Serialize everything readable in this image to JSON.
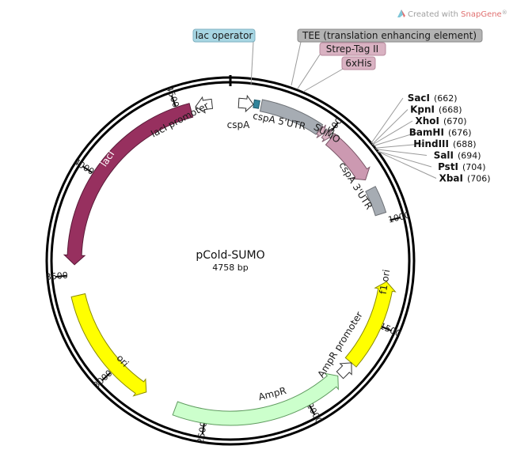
{
  "watermark": {
    "prefix": "Created with ",
    "brand": "SnapGene",
    "suffix": "®",
    "icon": "snapgene-logo-icon"
  },
  "plasmid": {
    "name": "pCold-SUMO",
    "length": "4758 bp"
  },
  "ticks": [
    "500",
    "1000",
    "1500",
    "2000",
    "2500",
    "3000",
    "3500",
    "4000",
    "4500"
  ],
  "features": {
    "lac_operator": "lac operator",
    "tee": "TEE (translation enhancing element)",
    "strep_tag": "Strep-Tag II",
    "his_tag": "6xHis",
    "cspA": "cspA",
    "cspA_5utr": "cspA 5'UTR",
    "sumo": "SUMO",
    "cspA_3utr": "cspA 3'UTR",
    "f1_ori": "f1 ori",
    "ampr_promoter": "AmpR promoter",
    "ampr": "AmpR",
    "ori": "ori",
    "laci": "lacI",
    "laci_promoter": "lacI promoter"
  },
  "sites": [
    {
      "name": "SacI",
      "pos": "(662)"
    },
    {
      "name": "KpnI",
      "pos": "(668)"
    },
    {
      "name": "XhoI",
      "pos": "(670)"
    },
    {
      "name": "BamHI",
      "pos": "(676)"
    },
    {
      "name": "HindIII",
      "pos": "(688)"
    },
    {
      "name": "SalI",
      "pos": "(694)"
    },
    {
      "name": "PstI",
      "pos": "(704)"
    },
    {
      "name": "XbaI",
      "pos": "(706)"
    }
  ],
  "colors": {
    "laci": "#97305f",
    "ori_yellow": "#ffff00",
    "ampr": "#ccffcc",
    "sumo": "#cc99b1",
    "grey": "#a6acb3",
    "lac_operator_box": "#a7d6e3",
    "lac_operator_mark": "#31849b",
    "tag_box": "#d9b2c2",
    "tee_box": "#b3b3b3"
  }
}
